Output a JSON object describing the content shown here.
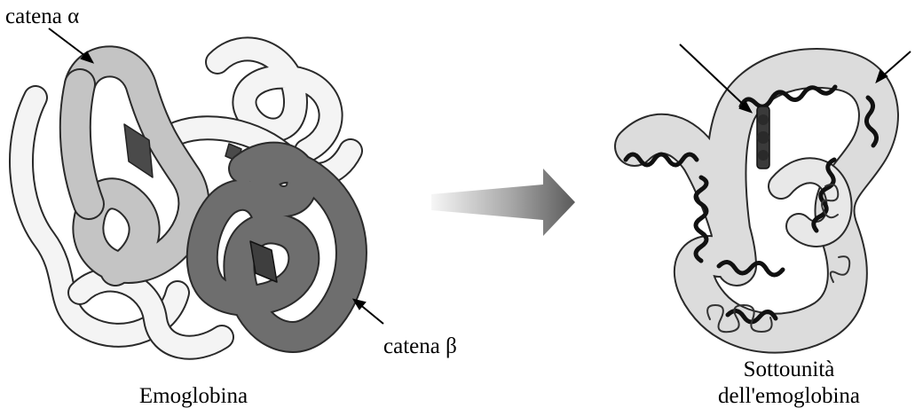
{
  "labels": {
    "alpha_chain": "catena α",
    "beta_chain": "catena β",
    "hemoglobin": "Emoglobina",
    "subunit_line1": "Sottounità",
    "subunit_line2": "dell'emoglobina"
  },
  "colors": {
    "background": "#ffffff",
    "outline": "#2a2a2a",
    "alpha_chain_fill": "#c4c4c4",
    "beta_chain_fill": "#6e6e6e",
    "other_chains_fill": "#f4f4f4",
    "heme": "#4a4a4a",
    "subunit_ribbon": "#dcdcdc",
    "helix": "#111111",
    "arrow_dark": "#6a6a6a",
    "arrow_light": "#f2f2f2"
  }
}
